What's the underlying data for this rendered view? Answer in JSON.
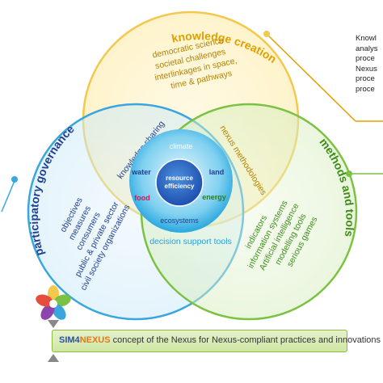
{
  "circles": {
    "knowledge_creation": {
      "title": "knowledge creation",
      "color": "#e0a000",
      "items": [
        "democratic science",
        "societal challenges",
        "interlinkages in space,",
        "time & pathways"
      ]
    },
    "participatory_governance": {
      "title": "participatory governance",
      "color": "#1f3f8f",
      "items": [
        "objectives",
        "measures",
        "consumers",
        "public & private sector",
        "civil society organizations"
      ]
    },
    "methods_and_tools": {
      "title": "methods and tools",
      "color": "#3d8c1a",
      "items": [
        "indicators",
        "information systems",
        "Artificial intelligence",
        "modelling tools",
        "serious games"
      ]
    }
  },
  "overlaps": {
    "knowledge_sharing": "knowledge sharing",
    "nexus_methodologies": "nexus methodologies",
    "decision_support_tools": "decision support tools"
  },
  "core": {
    "center": "resource efficiency",
    "center_line1": "resource",
    "center_line2": "efficiency",
    "nodes": {
      "climate": "climate",
      "water": "water",
      "land": "land",
      "food": "food",
      "energy": "energy",
      "ecosystems": "ecosystems"
    },
    "node_colors": {
      "climate": "#ffffff",
      "water": "#1f3f8f",
      "land": "#1f3f8f",
      "food": "#d4145a",
      "energy": "#2e7d1e",
      "ecosystems": "#1f3f8f"
    }
  },
  "side_note": [
    "Knowl",
    "analys",
    "proce",
    "Nexus",
    "proce",
    "proce"
  ],
  "banner": {
    "brand_sim": "SIM4",
    "brand_nexus": "NEXUS",
    "text": " concept of the Nexus for Nexus-compliant practices and innovations"
  },
  "colors": {
    "yellow": "#f2c94c",
    "blue": "#3aa6dd",
    "green": "#7cc242",
    "dark_blue": "#1f3f8f",
    "banner_border": "#8bbd3a"
  }
}
